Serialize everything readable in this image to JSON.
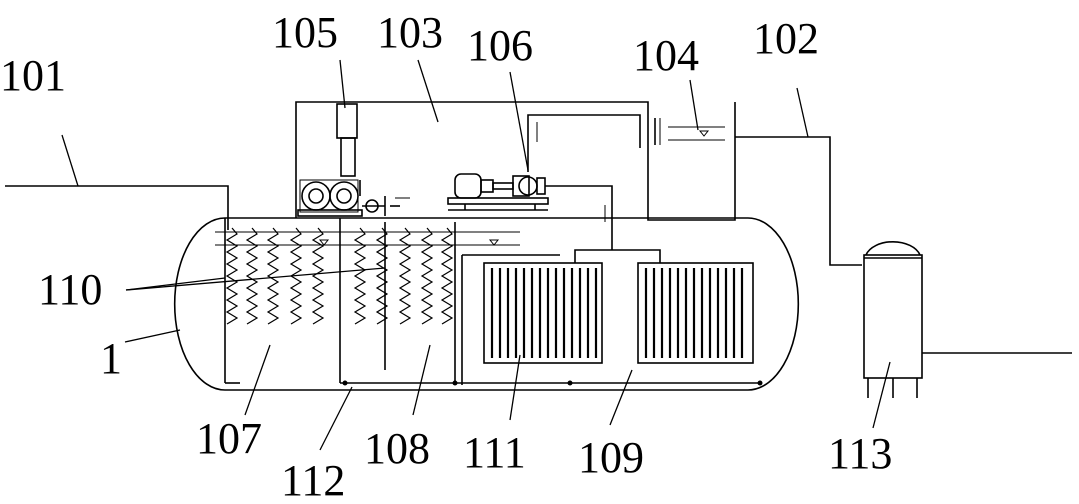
{
  "labels": {
    "l101": "101",
    "l102": "102",
    "l103": "103",
    "l104": "104",
    "l105": "105",
    "l106": "106",
    "l107": "107",
    "l108": "108",
    "l109": "109",
    "l110": "110",
    "l111": "111",
    "l112": "112",
    "l113": "113",
    "l1": "1"
  }
}
